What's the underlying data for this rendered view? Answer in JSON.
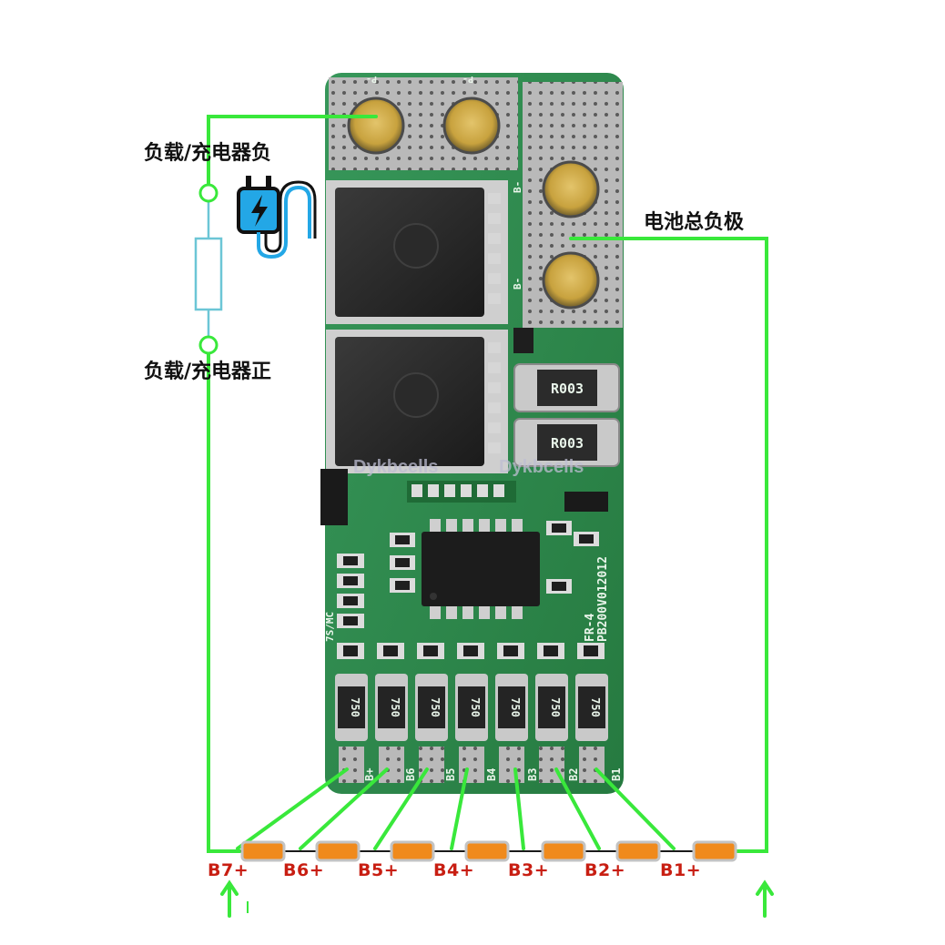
{
  "labels": {
    "load_charger_negative": "负载/充电器负",
    "load_charger_positive": "负载/充电器正",
    "battery_total_negative": "电池总负极"
  },
  "balance_taps": [
    "B7+",
    "B6+",
    "B5+",
    "B4+",
    "B3+",
    "B2+",
    "B1+"
  ],
  "board": {
    "pad_labels": [
      "B+",
      "B6",
      "B5",
      "B4",
      "B3",
      "B2",
      "B1"
    ],
    "model": "PB200V012012",
    "material": "FR-4",
    "resistor_codes": [
      "R003",
      "R003"
    ],
    "balance_resistor_code": "750",
    "side_mark": "7S/MC",
    "bminus_marks": [
      "B-",
      "B-"
    ],
    "pminus_marks": [
      "P-",
      "P-"
    ]
  },
  "watermark": [
    "Dykbcells",
    "Dykbcells"
  ],
  "colors": {
    "wire": "#39e83b",
    "pcb": "#2e8a48",
    "pcb_dark": "#1f6b36",
    "tap_label": "#c81e12",
    "cell": "#f08a1c",
    "charger_icon": "#23a7e6"
  },
  "icons": [
    "charger-plug-icon",
    "up-arrow-icon"
  ]
}
